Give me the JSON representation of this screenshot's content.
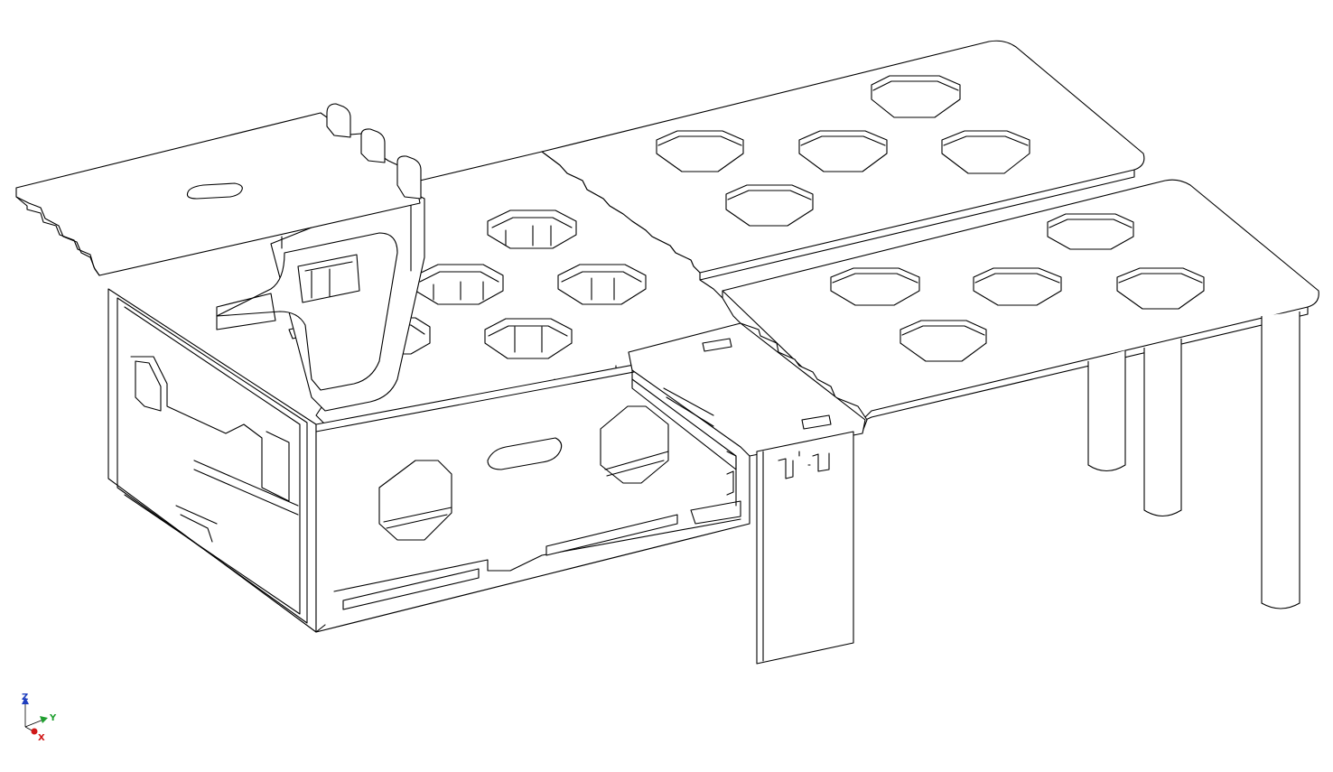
{
  "viewport": {
    "view_style": "isometric hidden-line wireframe",
    "background": "#ffffff",
    "line_color": "#000000"
  },
  "model": {
    "parts": [
      "enclosure-box",
      "hinged-lid-panel",
      "rear-divider-panel",
      "center-hole-panel",
      "top-right-hole-panel",
      "front-right-hole-panel",
      "side-bracket-arm",
      "front-support-leg",
      "cylindrical-legs"
    ]
  },
  "triad": {
    "z_label": "Z",
    "y_label": "Y",
    "x_label": "X",
    "z_color": "#1f3fbf",
    "y_color": "#1f9f2f",
    "x_color": "#d01818"
  }
}
